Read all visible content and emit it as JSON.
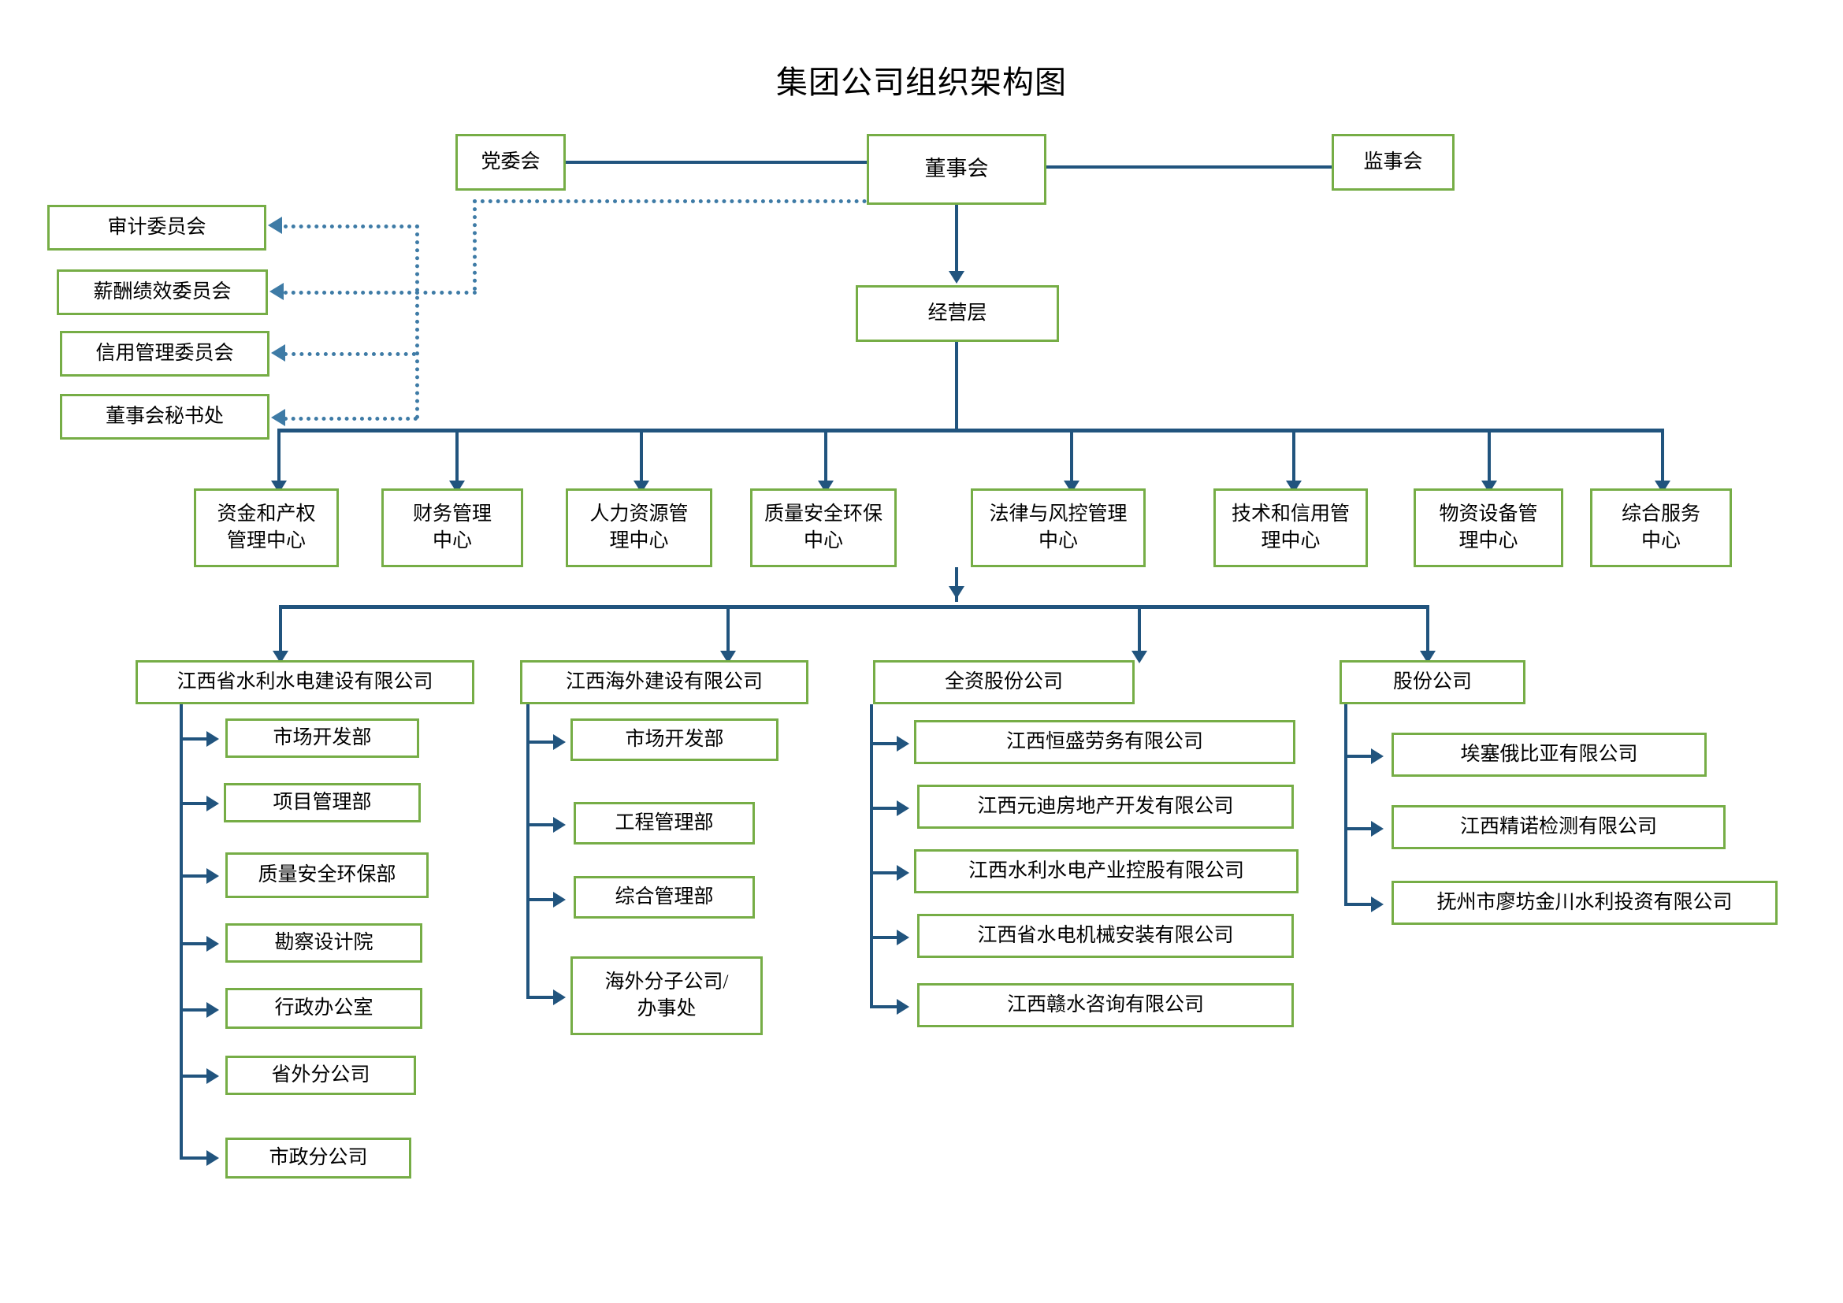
{
  "title": "集团公司组织架构图",
  "colors": {
    "box_border": "#76AD46",
    "connector": "#21547E",
    "dotted_connector": "#3E7BA6",
    "background": "#FFFFFF",
    "text": "#000000"
  },
  "top_level": {
    "party_committee": "党委会",
    "board_of_directors": "董事会",
    "board_of_supervisors": "监事会",
    "management_layer": "经营层"
  },
  "committees": [
    {
      "label": "审计委员会"
    },
    {
      "label": "薪酬绩效委员会"
    },
    {
      "label": "信用管理委员会"
    },
    {
      "label": "董事会秘书处"
    }
  ],
  "centers": [
    {
      "label": "资金和产权\n管理中心"
    },
    {
      "label": "财务管理\n中心"
    },
    {
      "label": "人力资源管\n理中心"
    },
    {
      "label": "质量安全环保\n中心"
    },
    {
      "label": "法律与风控管理\n中心"
    },
    {
      "label": "技术和信用管\n理中心"
    },
    {
      "label": "物资设备管\n理中心"
    },
    {
      "label": "综合服务\n中心"
    }
  ],
  "subsidiaries": [
    {
      "name": "江西省水利水电建设有限公司",
      "children": [
        "市场开发部",
        "项目管理部",
        "质量安全环保部",
        "勘察设计院",
        "行政办公室",
        "省外分公司",
        "市政分公司"
      ]
    },
    {
      "name": "江西海外建设有限公司",
      "children": [
        "市场开发部",
        "工程管理部",
        "综合管理部",
        "海外分子公司/\n办事处"
      ]
    },
    {
      "name": "全资股份公司",
      "children": [
        "江西恒盛劳务有限公司",
        "江西元迪房地产开发有限公司",
        "江西水利水电产业控股有限公司",
        "江西省水电机械安装有限公司",
        "江西赣水咨询有限公司"
      ]
    },
    {
      "name": "股份公司",
      "children": [
        "埃塞俄比亚有限公司",
        "江西精诺检测有限公司",
        "抚州市廖坊金川水利投资有限公司"
      ]
    }
  ]
}
